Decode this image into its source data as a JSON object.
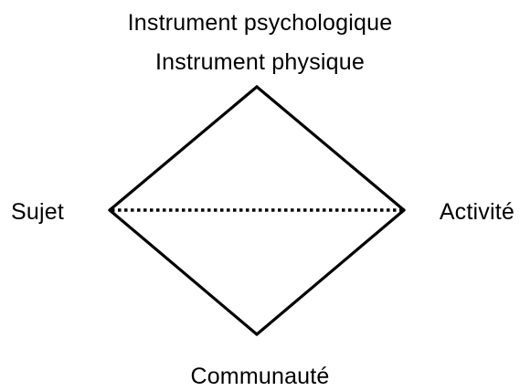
{
  "labels": {
    "top_line1": "Instrument psychologique",
    "top_line2": "Instrument physique",
    "left": "Sujet",
    "right": "Activité",
    "bottom": "Communauté"
  },
  "colors": {
    "stroke": "#000000",
    "background": "#ffffff"
  }
}
